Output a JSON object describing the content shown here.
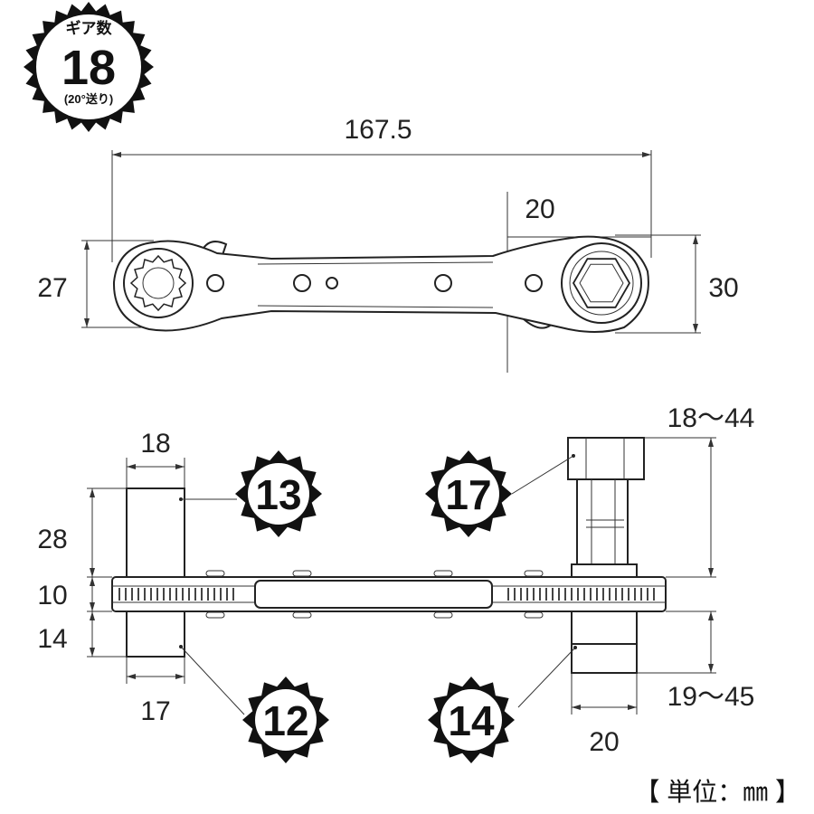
{
  "badge": {
    "top": "ギア数",
    "number": "18",
    "sub": "(20°送り)"
  },
  "dimensions": {
    "overall_length": "167.5",
    "head_offset": "20",
    "left_head_height": "27",
    "right_head_height": "30",
    "socket_top_width": "18",
    "socket_top_length": "28",
    "body_thickness": "10",
    "socket_bottom_length": "14",
    "socket_bottom_width": "17",
    "adjust_top_range": "18〜44",
    "adjust_bottom_range": "19〜45",
    "adjust_bottom_width": "20"
  },
  "sizes": {
    "top_left": "13",
    "top_right": "17",
    "bottom_left": "12",
    "bottom_right": "14"
  },
  "unit_label": "【 単位：㎜ 】"
}
